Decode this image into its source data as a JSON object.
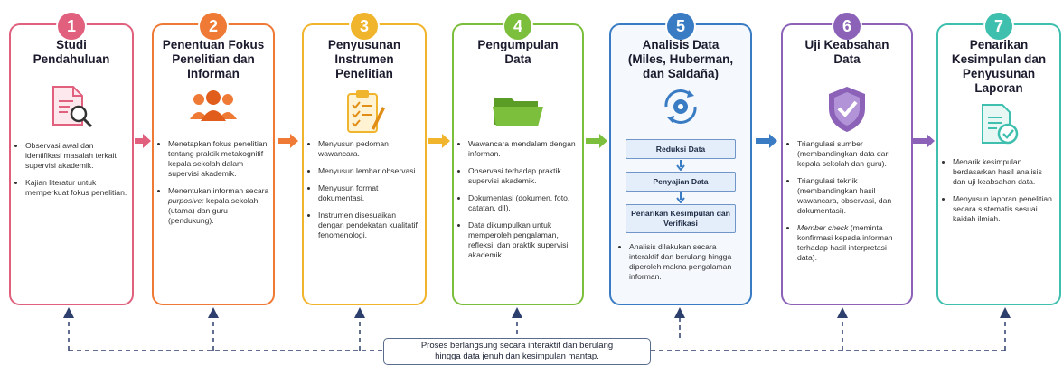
{
  "stages": [
    {
      "number": "1",
      "title": "Studi\nPendahuluan",
      "color": "#e0607e",
      "bullets": [
        "Observasi awal dan identifikasi masalah terkait supervisi akademik.",
        "Kajian literatur untuk memperkuat fokus penelitian."
      ]
    },
    {
      "number": "2",
      "title": "Penentuan Fokus\nPenelitian dan\nInforman",
      "color": "#ef7a36",
      "bullets": [
        "Menetapkan fokus penelitian tentang praktik metakognitif kepala sekolah dalam supervisi akademik.",
        "Menentukan informan secara purposive: kepala sekolah (utama) dan guru (pendukung)."
      ]
    },
    {
      "number": "3",
      "title": "Penyusunan\nInstrumen\nPenelitian",
      "color": "#f0b52d",
      "bullets": [
        "Menyusun pedoman wawancara.",
        "Menyusun lembar observasi.",
        "Menyusun format dokumentasi.",
        "Instrumen disesuaikan dengan pendekatan kualitatif fenomenologi."
      ]
    },
    {
      "number": "4",
      "title": "Pengumpulan\nData",
      "color": "#7cbf3d",
      "bullets": [
        "Wawancara mendalam dengan informan.",
        "Observasi terhadap praktik supervisi akademik.",
        "Dokumentasi (dokumen, foto, catatan, dll).",
        "Data dikumpulkan untuk memperoleh pengalaman, refleksi, dan praktik supervisi akademik."
      ]
    },
    {
      "number": "5",
      "title": "Analisis Data\n(Miles, Huberman,\ndan Saldaña)",
      "color": "#3a7cc4",
      "sub_steps": [
        "Reduksi Data",
        "Penyajian Data",
        "Penarikan Kesimpulan dan Verifikasi"
      ],
      "bullets": [
        "Analisis dilakukan secara interaktif dan berulang hingga diperoleh makna pengalaman informan."
      ]
    },
    {
      "number": "6",
      "title": "Uji Keabsahan\nData",
      "color": "#8b62b8",
      "bullets": [
        "Triangulasi sumber (membandingkan data dari kepala sekolah dan guru).",
        "Triangulasi teknik (membandingkan hasil wawancara, observasi, dan dokumentasi).",
        "Member check (meminta konfirmasi kepada informan terhadap hasil interpretasi data)."
      ]
    },
    {
      "number": "7",
      "title": "Penarikan\nKesimpulan dan\nPenyusunan\nLaporan",
      "color": "#3fbfae",
      "bullets": [
        "Menarik kesimpulan berdasarkan hasil analisis dan uji keabsahan data.",
        "Menyusun laporan penelitian secara sistematis sesuai kaidah ilmiah."
      ]
    }
  ],
  "icons": [
    "document-search-icon",
    "people-group-icon",
    "clipboard-checklist-icon",
    "folder-icon",
    "gear-cycle-icon",
    "shield-check-icon",
    "report-check-icon"
  ],
  "feedback_note": "Proses berlangsung secara interaktif dan berulang\nhingga data jenuh dan kesimpulan mantap."
}
